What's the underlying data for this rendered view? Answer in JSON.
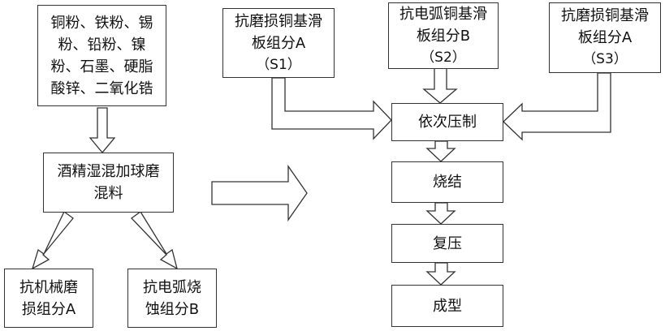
{
  "nodes": {
    "materials": {
      "lines": [
        "铜粉、铁粉、锡",
        "粉、铅粉、镍",
        "粉、石墨、硬脂",
        "酸锌、二氧化锆"
      ]
    },
    "alcohol_mill": {
      "lines": [
        "酒精湿混加球磨",
        "混料"
      ]
    },
    "wear_a_left": {
      "lines": [
        "抗机械磨",
        "损组分A"
      ]
    },
    "arc_b_left": {
      "lines": [
        "抗电弧烧",
        "蚀组分B"
      ]
    },
    "s1": {
      "lines": [
        "抗磨损铜基滑",
        "板组分A"
      ],
      "tag": "（S1）"
    },
    "s2": {
      "lines": [
        "抗电弧铜基滑",
        "板组分B"
      ],
      "tag": "（S2）"
    },
    "s3": {
      "lines": [
        "抗磨损铜基滑",
        "板组分A"
      ],
      "tag": "（S3）"
    },
    "press": {
      "label": "依次压制"
    },
    "sinter": {
      "label": "烧结"
    },
    "repress": {
      "label": "复压"
    },
    "forming": {
      "label": "成型"
    }
  }
}
